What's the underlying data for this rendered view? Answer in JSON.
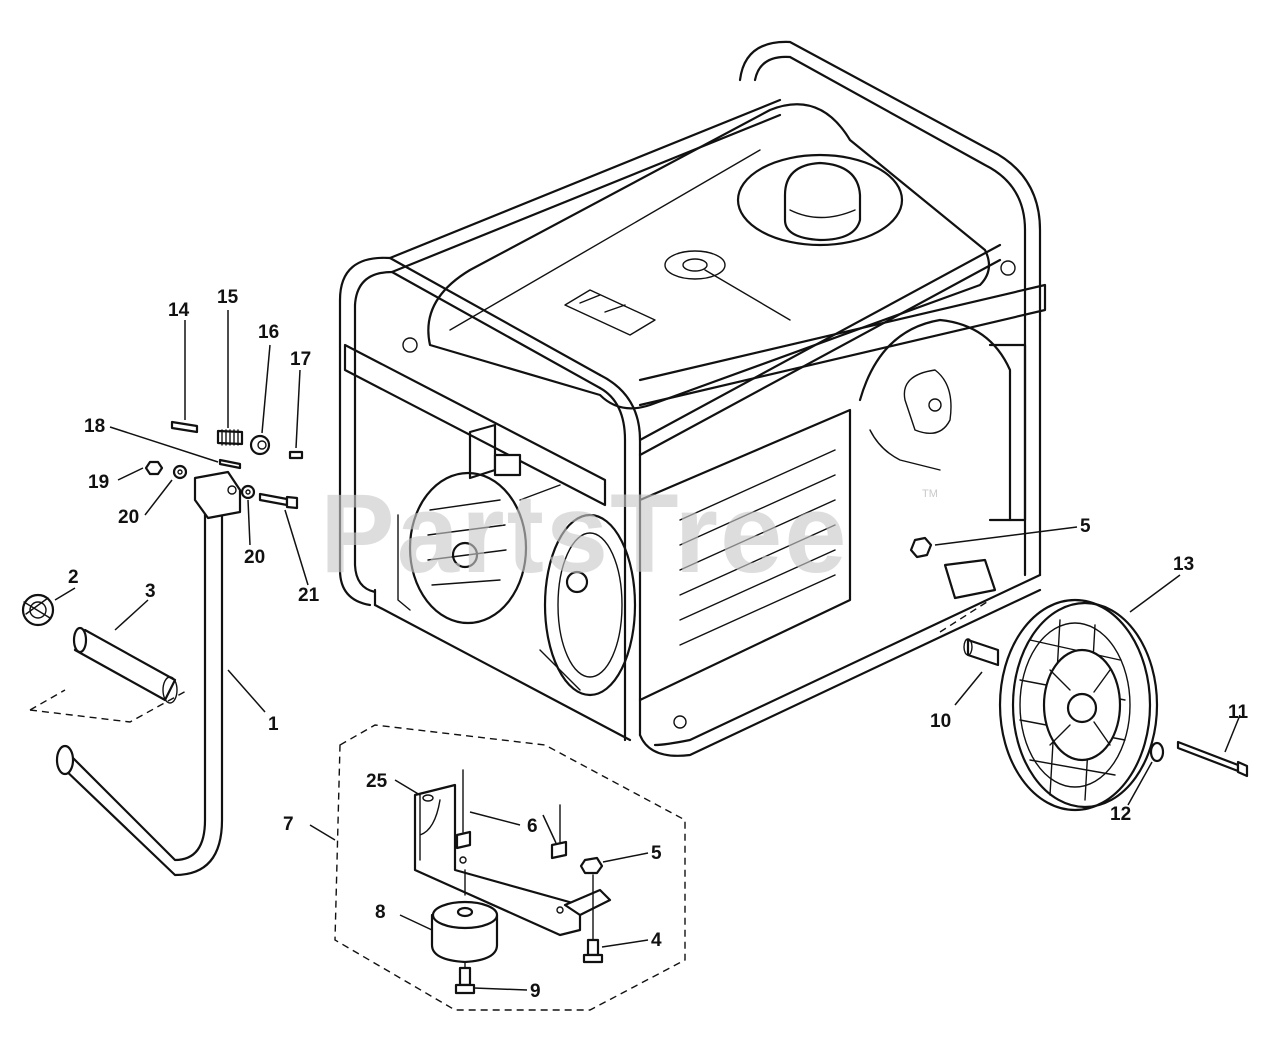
{
  "watermark": {
    "text": "PartsTree",
    "trademark": "TM"
  },
  "callouts": {
    "c1": "1",
    "c2": "2",
    "c3": "3",
    "c4": "4",
    "c5a": "5",
    "c5b": "5",
    "c6": "6",
    "c7": "7",
    "c8": "8",
    "c9": "9",
    "c10": "10",
    "c11": "11",
    "c12": "12",
    "c13": "13",
    "c14": "14",
    "c15": "15",
    "c16": "16",
    "c17": "17",
    "c18": "18",
    "c19": "19",
    "c20a": "20",
    "c20b": "20",
    "c21": "21",
    "c25": "25"
  }
}
